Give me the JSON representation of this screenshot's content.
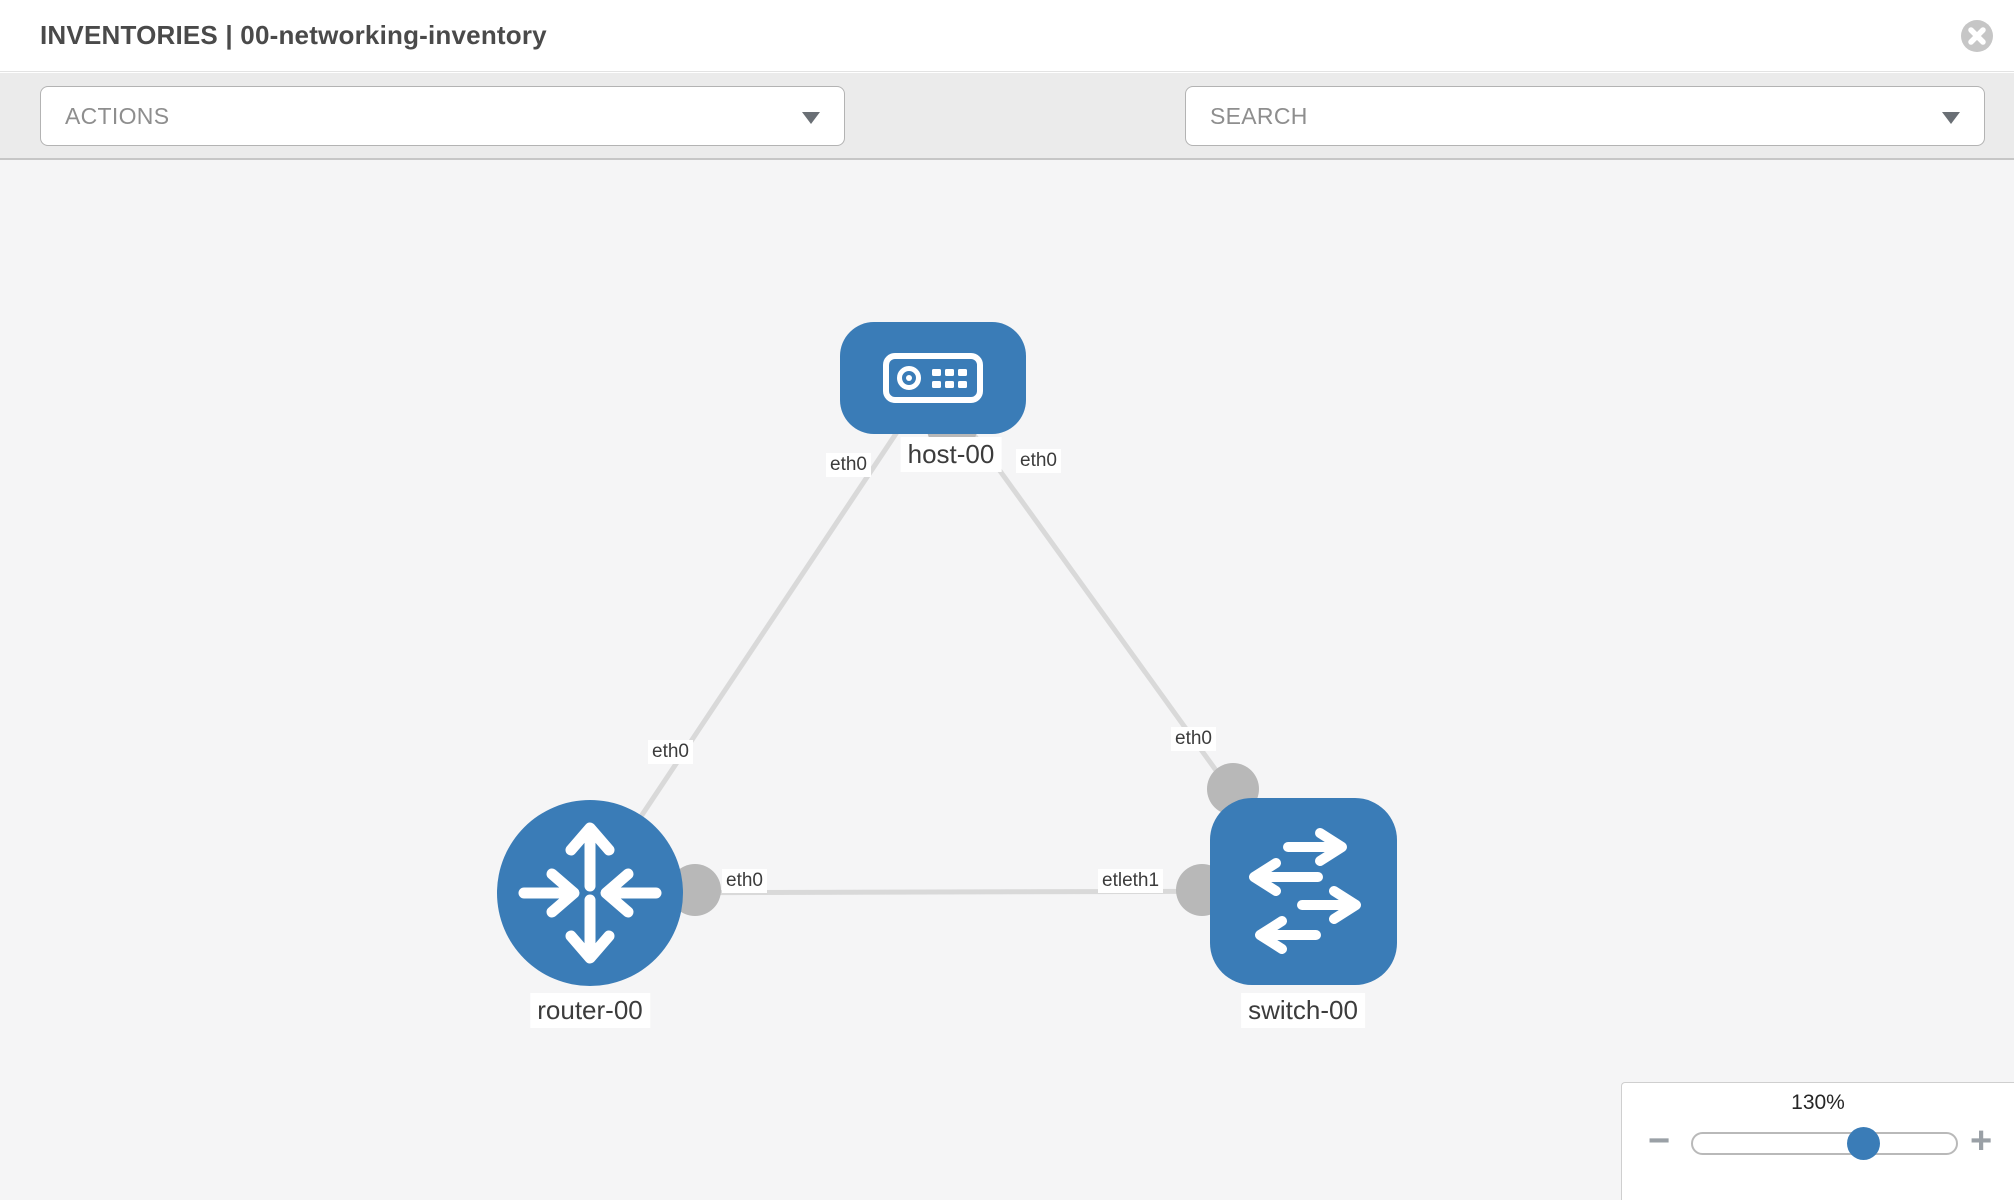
{
  "header": {
    "title": "INVENTORIES | 00-networking-inventory"
  },
  "toolbar": {
    "actions_placeholder": "ACTIONS",
    "search_placeholder": "SEARCH",
    "icons": [
      {
        "name": "wrench-icon"
      },
      {
        "name": "key-icon"
      }
    ]
  },
  "topology": {
    "nodes": [
      {
        "type": "host",
        "label": "host-00"
      },
      {
        "type": "router",
        "label": "router-00"
      },
      {
        "type": "switch",
        "label": "switch-00"
      }
    ],
    "links": [
      {
        "from": "router-00",
        "to": "host-00"
      },
      {
        "from": "host-00",
        "to": "switch-00"
      },
      {
        "from": "router-00",
        "to": "switch-00"
      }
    ],
    "port_labels": [
      {
        "text": "eth0",
        "at": "host-left"
      },
      {
        "text": "eth0",
        "at": "host-right"
      },
      {
        "text": "eth0",
        "at": "router-uplink"
      },
      {
        "text": "eth0",
        "at": "switch-uplink"
      },
      {
        "text": "eth0",
        "at": "router-mid-port"
      },
      {
        "text": "etleth1",
        "at": "switch-mid-port"
      }
    ]
  },
  "zoom_control": {
    "level": "130%",
    "minus_label": "−",
    "plus_label": "+"
  },
  "colors": {
    "node_blue": "#3a7cb7",
    "link_gray": "#d9d9d9",
    "port_gray": "#b8b8b8",
    "canvas_bg": "#f5f5f6",
    "toolbar_bg": "#ebebeb"
  }
}
